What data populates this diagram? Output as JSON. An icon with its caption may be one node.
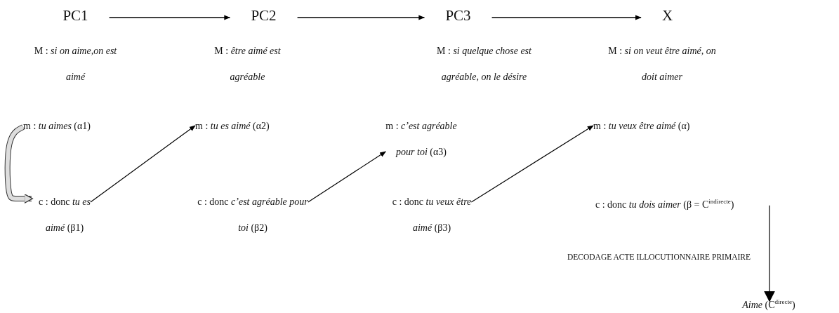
{
  "diagram": {
    "nodes": [
      {
        "text": [
          "PC1"
        ]
      },
      {
        "text": [
          "PC2"
        ]
      },
      {
        "text": [
          "PC3"
        ]
      },
      {
        "text": [
          "X"
        ]
      },
      {
        "text": [
          "m : *tu aimes* (α1)"
        ]
      },
      {
        "text": [
          "m : *tu es aimé* (α2)"
        ]
      },
      {
        "text": [
          "m : *c’est agréable pour toi* (α3)"
        ]
      },
      {
        "text": [
          "m : *tu veux être aimé* (α)"
        ]
      },
      {
        "text": [
          "c : donc *tu es aimé* (β1)"
        ]
      },
      {
        "text": [
          "c : donc *c’est agréable pour toi* (β2)"
        ]
      },
      {
        "text": [
          "c : donc *tu veux être aimé* (β3)"
        ]
      },
      {
        "text": [
          "c : donc *tu dois aimer* (β = C$^{indirecte}$)"
        ]
      },
      {
        "text": [
          "*Aime* (C$^{directe}$)"
        ]
      }
    ],
    "edges": [
      {
        "from": 0,
        "to": 1,
        "arrow": "to"
      },
      {
        "from": 1,
        "to": 2,
        "arrow": "to"
      },
      {
        "from": 2,
        "to": 3,
        "arrow": "to"
      },
      {
        "from": 4,
        "to": 8,
        "arrow": "to",
        "style": "thick"
      },
      {
        "from": 8,
        "to": 5,
        "arrow": "to"
      },
      {
        "from": 9,
        "to": 6,
        "arrow": "to"
      },
      {
        "from": 10,
        "to": 7,
        "arrow": "to"
      },
      {
        "from": 11,
        "to": 12,
        "label": "DECODAGE ACTE ILLOCUTIONNAIRE PRIMAIRE",
        "arrow": "to"
      }
    ],
    "labels": [
      "M : *si on aime,on est aimé*",
      "M : *être aimé est agréable*",
      "M : *si quelque chose est agréable, on le désire*",
      "M : *si on veut être aimé, on doit aimer*"
    ]
  }
}
